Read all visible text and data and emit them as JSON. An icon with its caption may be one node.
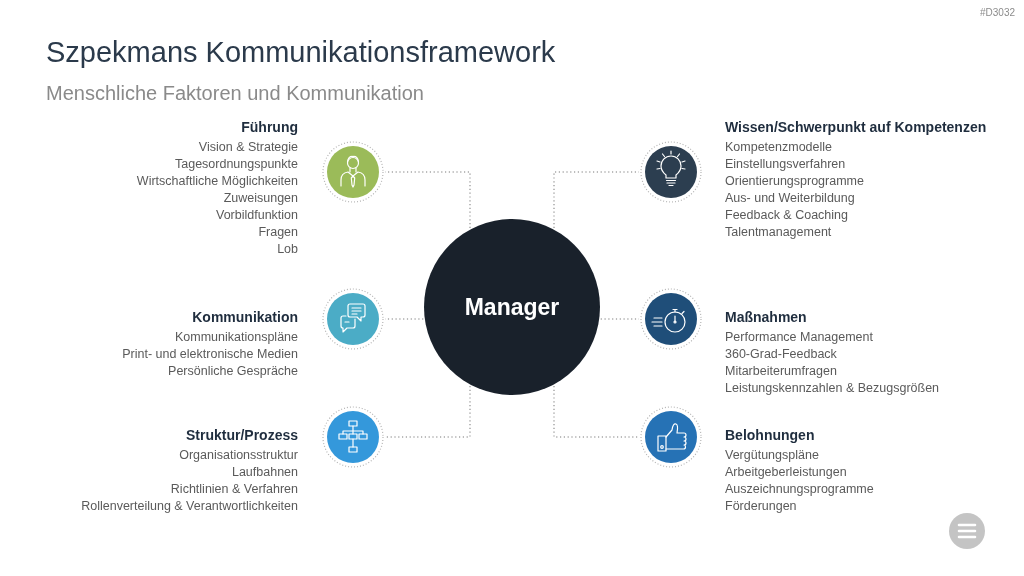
{
  "diagram": {
    "title": "Szpekmans Kommunikationsframework",
    "nodes": [
      {
        "text": [
          "Manager"
        ]
      },
      {
        "text": [
          "Führung",
          "Vision & Strategie",
          "Tagesordnungspunkte",
          "Wirtschaftliche Möglichkeiten",
          "Zuweisungen",
          "Vorbildfunktion",
          "Fragen",
          "Lob"
        ]
      },
      {
        "text": [
          "Kommunikation",
          "Kommunikationspläne",
          "Print- und elektronische Medien",
          "Persönliche Gespräche"
        ]
      },
      {
        "text": [
          "Struktur/Prozess",
          "Organisationsstruktur",
          "Laufbahnen",
          "Richtlinien & Verfahren",
          "Rollenverteilung & Verantwortlichkeiten"
        ]
      },
      {
        "text": [
          "Wissen/Schwerpunkt auf Kompetenzen",
          "Kompetenzmodelle",
          "Einstellungsverfahren",
          "Orientierungsprogramme",
          "Aus- und Weiterbildung",
          "Feedback & Coaching",
          "Talentmanagement"
        ]
      },
      {
        "text": [
          "Maßnahmen",
          "Performance Management",
          "360-Grad-Feedback",
          "Mitarbeiterumfragen",
          "Leistungskennzahlen & Bezugsgrößen"
        ]
      },
      {
        "text": [
          "Belohnungen",
          "Vergütungspläne",
          "Arbeitgeberleistungen",
          "Auszeichnungsprogramme",
          "Förderungen"
        ]
      }
    ],
    "edges": [
      {
        "from": 0,
        "to": 1,
        "arrow": "none",
        "style": "dashed"
      },
      {
        "from": 0,
        "to": 2,
        "arrow": "none",
        "style": "dashed"
      },
      {
        "from": 0,
        "to": 3,
        "arrow": "none",
        "style": "dashed"
      },
      {
        "from": 0,
        "to": 4,
        "arrow": "none",
        "style": "dashed"
      },
      {
        "from": 0,
        "to": 5,
        "arrow": "none",
        "style": "dashed"
      },
      {
        "from": 0,
        "to": 6,
        "arrow": "none",
        "style": "dashed"
      }
    ],
    "labels": [
      "#D3032",
      "Menschliche Faktoren und Kommunikation"
    ]
  }
}
